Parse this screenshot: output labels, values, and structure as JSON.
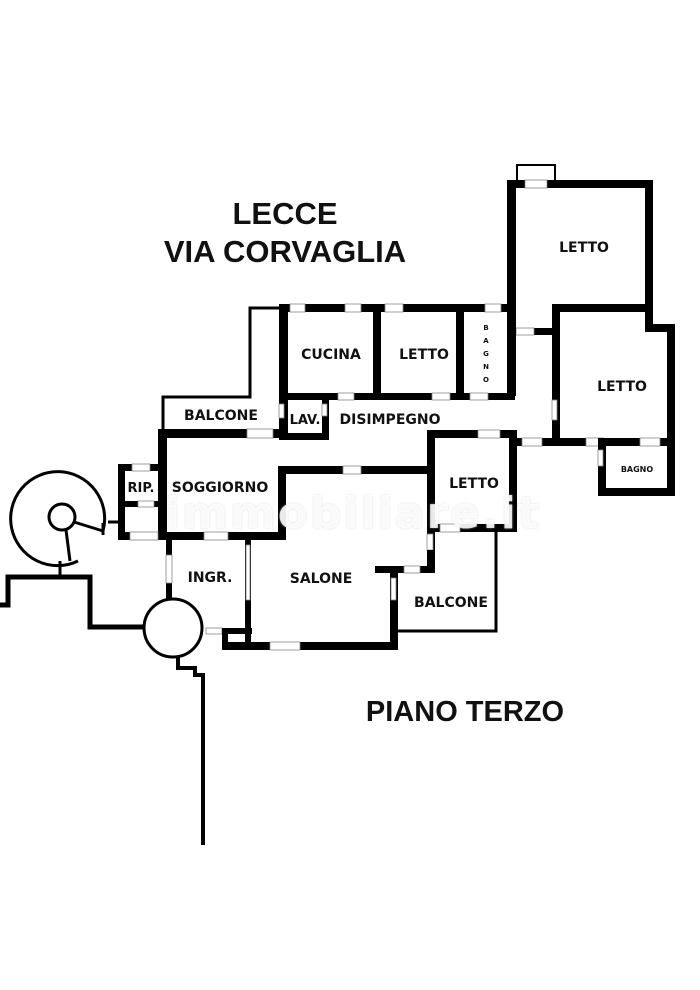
{
  "header": {
    "city": "LECCE",
    "street": "VIA CORVAGLIA"
  },
  "footer": {
    "floor": "PIANO TERZO"
  },
  "watermark": "immobiliare.it",
  "rooms": [
    {
      "id": "letto-top-right",
      "label": "LETTO"
    },
    {
      "id": "cucina",
      "label": "CUCINA"
    },
    {
      "id": "letto-middle",
      "label": "LETTO"
    },
    {
      "id": "bagno-vertical",
      "label": "BAGNO",
      "letters": [
        "B",
        "A",
        "G",
        "N",
        "O"
      ]
    },
    {
      "id": "letto-right",
      "label": "LETTO"
    },
    {
      "id": "balcone-top",
      "label": "BALCONE"
    },
    {
      "id": "lavanderia",
      "label": "LAV."
    },
    {
      "id": "disimpegno",
      "label": "DISIMPEGNO"
    },
    {
      "id": "ripostiglio",
      "label": "RIP."
    },
    {
      "id": "soggiorno",
      "label": "SOGGIORNO"
    },
    {
      "id": "letto-center",
      "label": "LETTO"
    },
    {
      "id": "bagno-small",
      "label": "BAGNO"
    },
    {
      "id": "ingresso",
      "label": "INGR."
    },
    {
      "id": "salone",
      "label": "SALONE"
    },
    {
      "id": "balcone-bottom",
      "label": "BALCONE"
    }
  ],
  "colors": {
    "wall": "#000000",
    "background": "#ffffff",
    "window": "#ffffff"
  }
}
